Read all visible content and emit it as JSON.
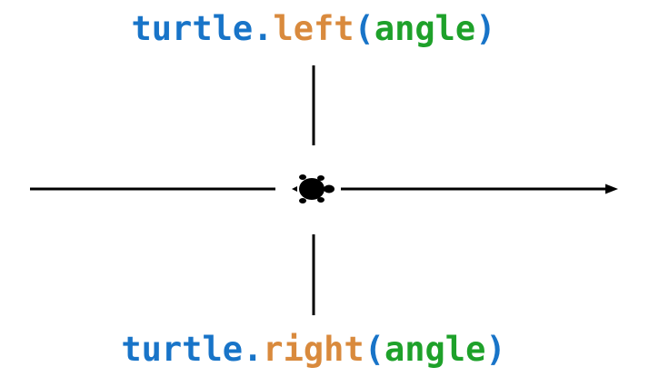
{
  "colors": {
    "object": "#1874c8",
    "method": "#d98a3d",
    "argument": "#1ea12a",
    "paren": "#1874c8",
    "lines": "#000000",
    "turtle": "#000000"
  },
  "top_label": {
    "object": "turtle.",
    "method": "left",
    "open_paren": "(",
    "argument": "angle",
    "close_paren": ")"
  },
  "bottom_label": {
    "object": "turtle.",
    "method": "right",
    "open_paren": "(",
    "argument": "angle",
    "close_paren": ")"
  },
  "icons": {
    "center": "turtle-icon",
    "direction": "arrowhead-icon"
  }
}
